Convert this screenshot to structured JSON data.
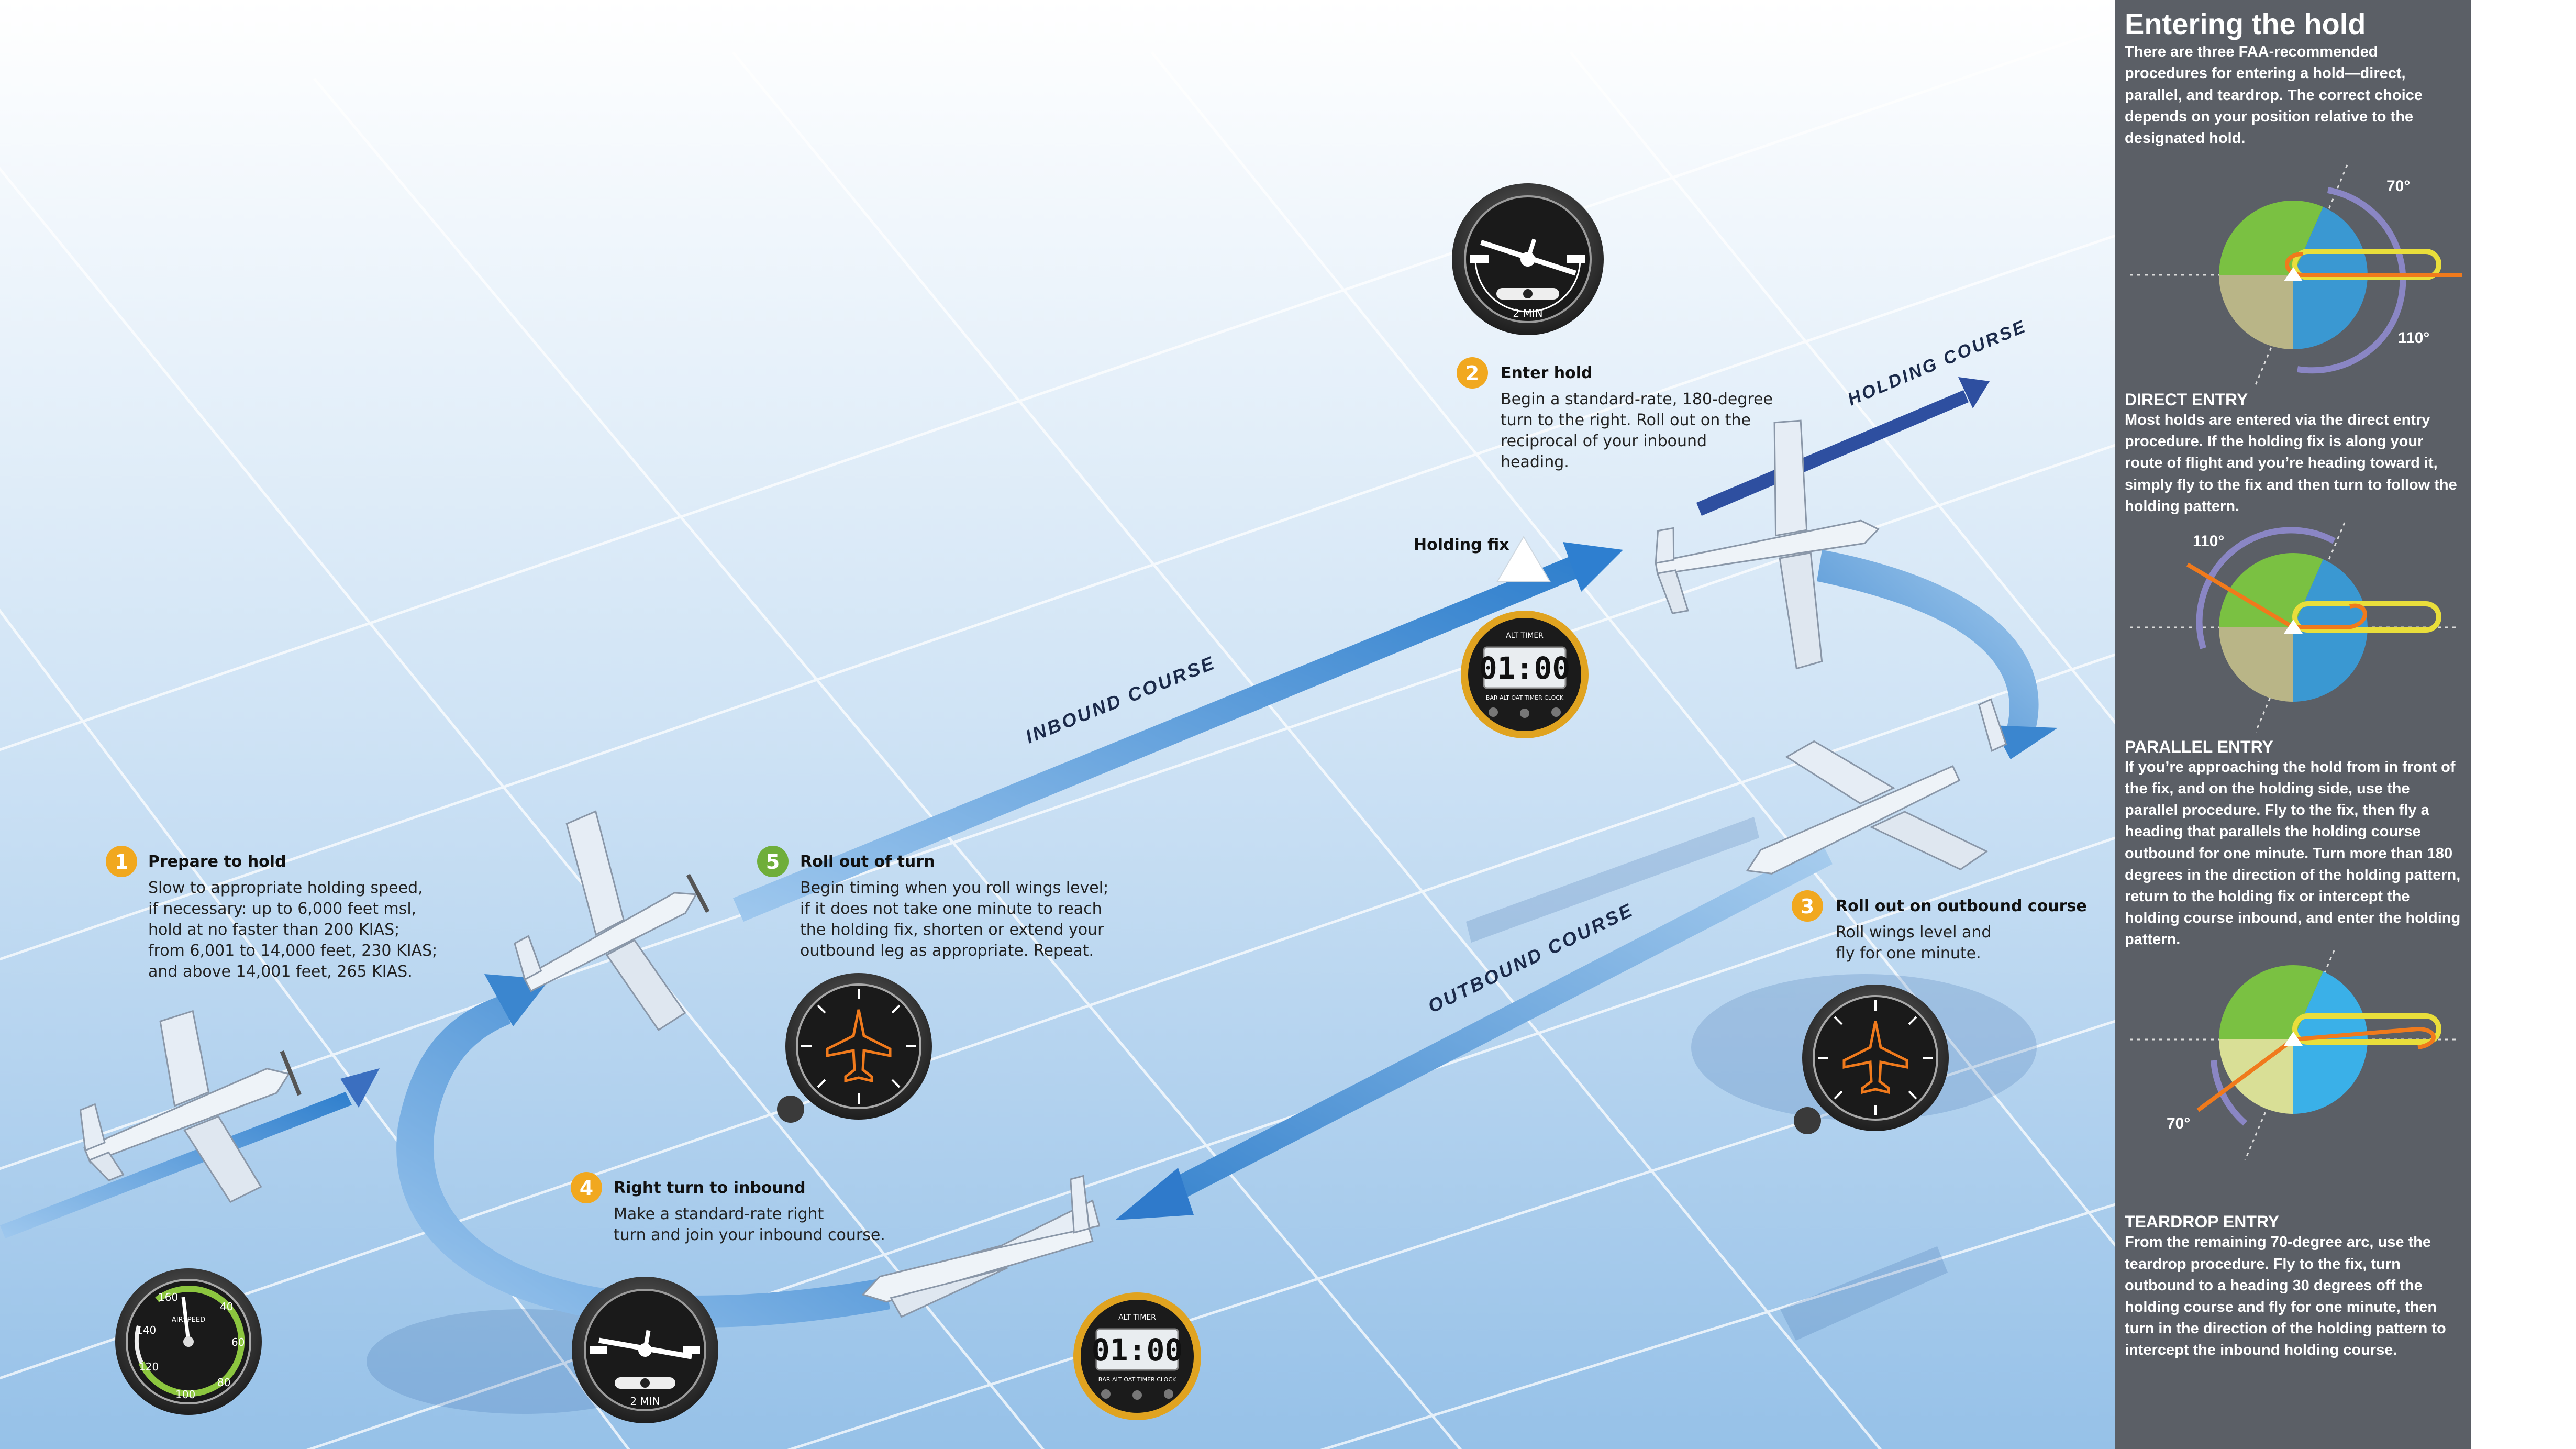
{
  "colors": {
    "sky_top": "#ffffff",
    "sky_bottom": "#9ec6ea",
    "arrow_blue": "#3b86cf",
    "course_dark": "#2e4fa0",
    "badge_orange": "#f1a81f",
    "badge_green": "#6fae3a",
    "sidebar_bg": "#5b5f66",
    "sector_green": "#7ac142",
    "sector_blue": "#3a98d2",
    "sector_tan": "#b9b587",
    "path_orange": "#f07a1c",
    "path_yellow": "#e9de3b",
    "arc_purple": "#8a86c4"
  },
  "labels": {
    "holding_fix": "Holding fix",
    "holding_course": "HOLDING COURSE",
    "inbound_course": "INBOUND COURSE",
    "outbound_course": "OUTBOUND COURSE"
  },
  "steps": [
    {
      "number": "1",
      "title": "Prepare to hold",
      "lines": [
        "Slow to appropriate holding speed,",
        "if necessary: up to 6,000 feet msl,",
        "hold at no faster than 200 KIAS;",
        "from 6,001 to 14,000 feet, 230 KIAS;",
        "and above 14,001 feet, 265 KIAS."
      ]
    },
    {
      "number": "2",
      "title": "Enter hold",
      "lines": [
        "Begin a standard-rate, 180-degree",
        "turn to the right. Roll out on the",
        "reciprocal of your inbound",
        "heading."
      ]
    },
    {
      "number": "3",
      "title": "Roll out on outbound course",
      "lines": [
        "Roll wings level and",
        "fly for one minute."
      ]
    },
    {
      "number": "4",
      "title": "Right turn to inbound",
      "lines": [
        "Make a standard-rate right",
        "turn and join your inbound course."
      ]
    },
    {
      "number": "5",
      "title": "Roll out of turn",
      "lines": [
        "Begin timing when you roll wings level;",
        "if it does not take one minute to reach",
        "the holding fix, shorten or extend your",
        "outbound leg as appropriate. Repeat."
      ]
    }
  ],
  "instruments": {
    "timer_display": "01:00",
    "timer_header": "ALT   TIMER",
    "timer_buttons": "BAR  ALT  OAT  TIMER  CLOCK",
    "tc_label": "2 MIN",
    "airspeed_ticks": [
      "160",
      "40",
      "140",
      "60",
      "120",
      "80",
      "100"
    ],
    "airspeed_label": "AIRSPEED"
  },
  "sidebar": {
    "title": "Entering the hold",
    "intro": "There are three FAA-recommended procedures for entering a hold—direct, parallel, and teardrop. The correct choice depends on your position relative to the designated hold.",
    "direct": {
      "heading": "DIRECT ENTRY",
      "body": "Most holds are entered via the direct entry procedure. If the holding fix is along your route of flight and you’re heading toward it, simply fly to the fix and then turn to follow the holding pattern.",
      "angle_top": "70°",
      "angle_bottom": "110°"
    },
    "parallel": {
      "heading": "PARALLEL ENTRY",
      "body": "If you’re approaching the hold from in front of the fix, and on the holding side, use the parallel procedure. Fly to the fix, then fly a heading that parallels the holding course outbound for one minute. Turn more than 180 degrees in the direction of the holding pattern, return to the holding fix or intercept the holding course inbound, and enter the holding pattern.",
      "angle": "110°"
    },
    "teardrop": {
      "heading": "TEARDROP ENTRY",
      "body": "From the remaining 70-degree arc, use the teardrop procedure. Fly to the fix, turn outbound to a heading 30 degrees off the holding course and fly for one minute, then turn in the direction of the holding pattern to intercept the inbound holding course.",
      "angle": "70°"
    }
  }
}
